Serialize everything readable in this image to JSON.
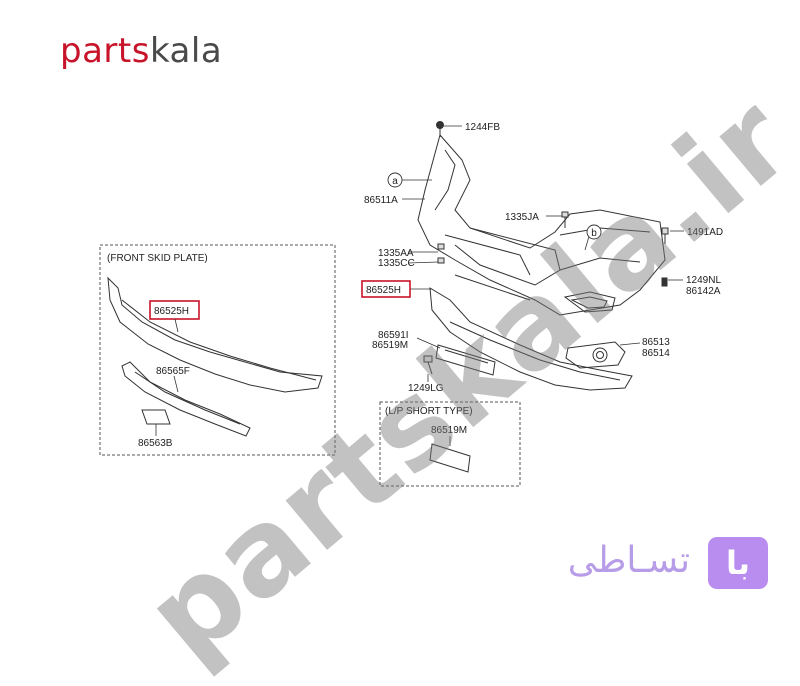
{
  "logo": {
    "part1": "parts",
    "part2": "kala"
  },
  "watermark": "partskala.ir",
  "brand": {
    "persian_text": "تسـاطی",
    "badge_text": "با"
  },
  "box_titles": {
    "skid_plate": "(FRONT SKID PLATE)",
    "lp_short": "(L/P SHORT TYPE)"
  },
  "callouts": {
    "a": "a",
    "b": "b"
  },
  "parts": {
    "p1244FB": "1244FB",
    "p86511A": "86511A",
    "p1335JA": "1335JA",
    "p1491AD": "1491AD",
    "p1335AA": "1335AA",
    "p1335CC": "1335CC",
    "p1249NL": "1249NL",
    "p86142A": "86142A",
    "p86525H_main": "86525H",
    "p86525H_box": "86525H",
    "p86591I": "86591I",
    "p86519M_main": "86519M",
    "p86513": "86513",
    "p86514": "86514",
    "p1249LG": "1249LG",
    "p86565F": "86565F",
    "p86563B": "86563B",
    "p86519M_box": "86519M"
  },
  "colors": {
    "highlight": "#c8142a",
    "line": "#333333",
    "brand_purple": "#b98cf0"
  }
}
